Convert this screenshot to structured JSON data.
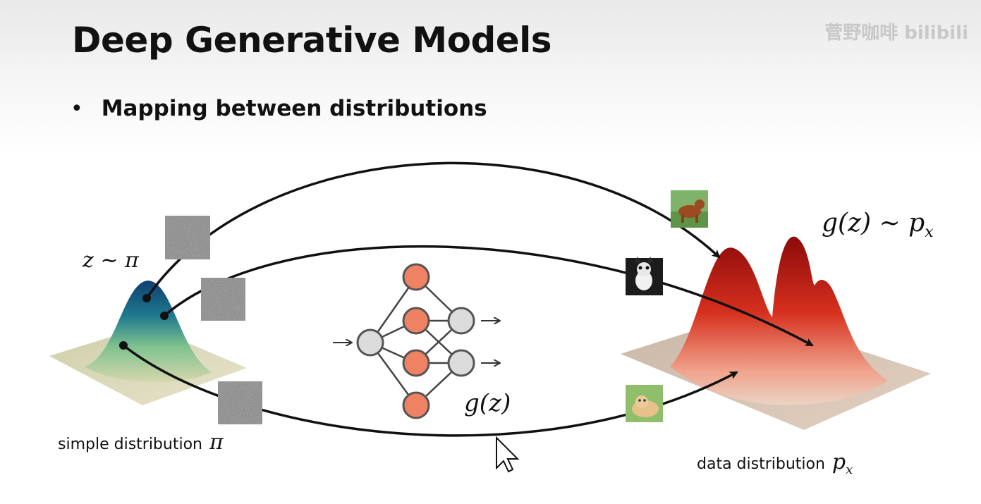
{
  "slide": {
    "title": "Deep Generative Models",
    "bullet": "Mapping between distributions"
  },
  "watermark": "菅野咖啡 bilibili",
  "labels": {
    "latent": "z ∼ π",
    "generator": "g(z)",
    "output": "g(z) ∼ p",
    "output_sub": "x",
    "simple_caption": "simple distribution",
    "simple_symbol": "π",
    "data_caption": "data distribution",
    "data_symbol": "p",
    "data_symbol_sub": "x"
  },
  "colors": {
    "neuron_hidden": "#ef8262",
    "neuron_io": "#dcdcdc",
    "arrow": "#111111",
    "latent_peak": "#124a7a",
    "data_peak": "#b51010"
  },
  "icons": [
    "noise-image-icon",
    "dog-photo-icon",
    "cursor-icon"
  ]
}
